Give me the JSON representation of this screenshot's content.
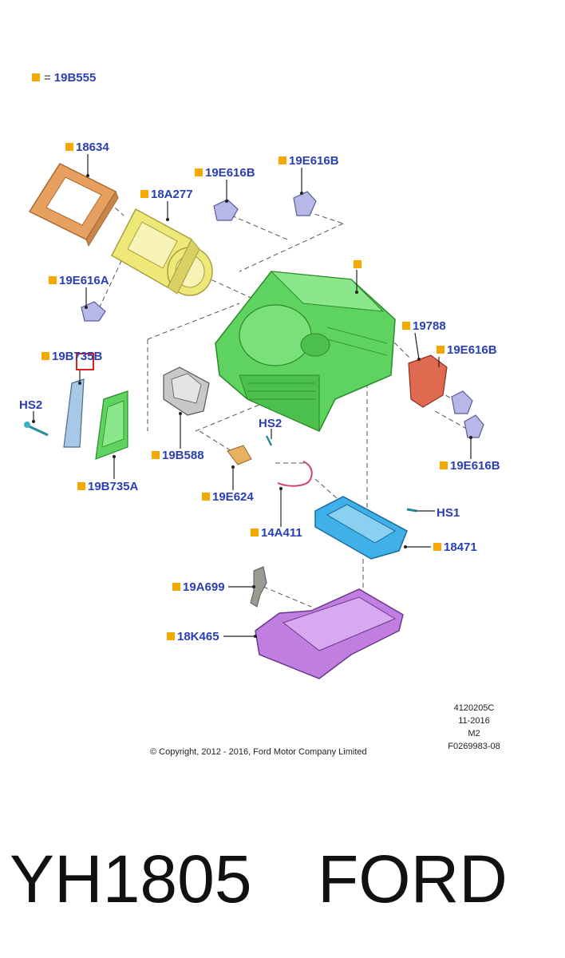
{
  "legend": {
    "marker_color": "#f5a800",
    "equals": "=",
    "code": "19B555"
  },
  "parts": {
    "p18634": "18634",
    "p18A277": "18A277",
    "p19E616B_1": "19E616B",
    "p19E616B_2": "19E616B",
    "p19E616A": "19E616A",
    "p19B735B": "19B735B",
    "pHS2_left": "HS2",
    "p19B735A": "19B735A",
    "p19B588": "19B588",
    "pHS2_mid": "HS2",
    "p19E624": "19E624",
    "p14A411": "14A411",
    "p19788": "19788",
    "p19E616B_3": "19E616B",
    "p19E616B_4": "19E616B",
    "pHS1": "HS1",
    "p18471": "18471",
    "p19A699": "19A699",
    "p18K465": "18K465"
  },
  "meta": {
    "line1": "4120205C",
    "line2": "11-2016",
    "line3": "M2",
    "line4": "F0269983-08"
  },
  "copyright": "© Copyright, 2012 - 2016, Ford Motor Company Limited",
  "bottom": {
    "part_number": "YH1805",
    "brand": "FORD"
  },
  "colors": {
    "label_text": "#2a3fb0",
    "marker": "#f5a800",
    "housing_green": "#5fd35f",
    "filter_orange": "#e8a060",
    "yellow": "#eee878",
    "lavender": "#b8b8e8",
    "red": "#e06a50",
    "blue": "#3fb0e8",
    "purple": "#c07ee0"
  }
}
